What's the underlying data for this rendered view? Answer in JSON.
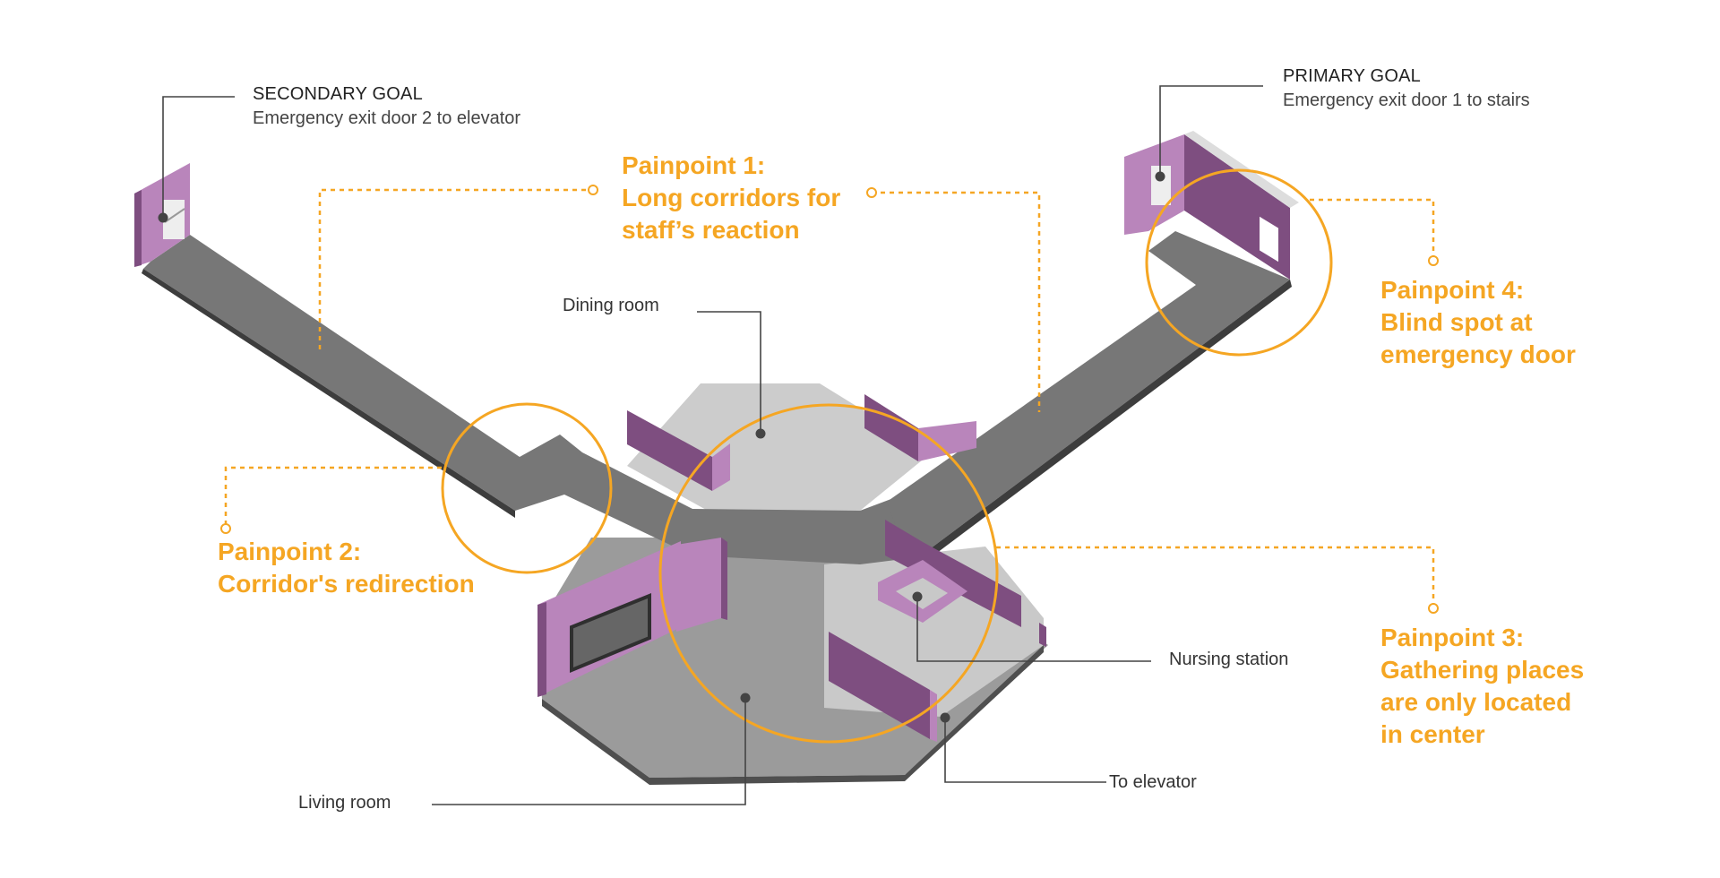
{
  "goals": {
    "secondary": {
      "title": "SECONDARY GOAL",
      "subtitle": "Emergency exit door 2 to elevator"
    },
    "primary": {
      "title": "PRIMARY GOAL",
      "subtitle": "Emergency exit door 1 to stairs"
    }
  },
  "rooms": {
    "dining": "Dining room",
    "nursing": "Nursing station",
    "elevator": "To elevator",
    "living": "Living room"
  },
  "painpoints": [
    {
      "lines": [
        "Painpoint 1:",
        "Long corridors for",
        "staff’s reaction"
      ]
    },
    {
      "lines": [
        "Painpoint 2:",
        "Corridor's redirection"
      ]
    },
    {
      "lines": [
        "Painpoint 3:",
        "Gathering places",
        "are only located",
        "in center"
      ]
    },
    {
      "lines": [
        "Painpoint 4:",
        "Blind spot at",
        "emergency door"
      ]
    }
  ],
  "colors": {
    "accent": "#F5A623",
    "corridor": "#777777",
    "floor_light": "#CCCCCC",
    "floor_dark": "#999999",
    "wall_purple": "#7E4E80",
    "wall_light_purple": "#B985BB",
    "leader_line": "#444444"
  }
}
